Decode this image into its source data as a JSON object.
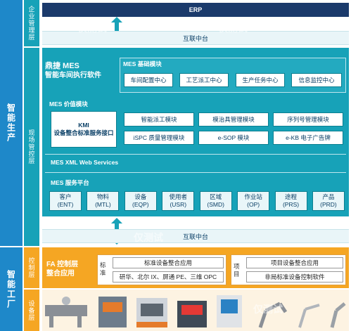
{
  "left": {
    "smart_production": "智能生产",
    "smart_factory": "智能工厂"
  },
  "layers": {
    "enterprise": "企业管理层",
    "shop_control": "现场管控层",
    "control": "控制层",
    "equipment": "设备层"
  },
  "top": {
    "erp": "ERP",
    "hub_top": "互联中台",
    "hub_bottom": "互联中台"
  },
  "mes": {
    "brand_line1": "鼎捷 MES",
    "brand_line2": "智能车间执行软件",
    "base_title": "MES 基础模块",
    "base_modules": [
      "车间配置中心",
      "工艺派工中心",
      "生产任务中心",
      "信息监控中心"
    ],
    "value_title": "MES 价值模块",
    "kmi_line1": "KMI",
    "kmi_line2": "设备整合标准服务接口",
    "value_modules": [
      "智能派工模块",
      "模治具管理模块",
      "序列号管理模块",
      "iSPC 质量管理模块",
      "e-SOP 模块",
      "e-KB 电子广告牌"
    ],
    "xml_title": "MES XML Web Services",
    "service_title": "MES 服务平台",
    "services": [
      {
        "name": "客户",
        "code": "(ENT)"
      },
      {
        "name": "物料",
        "code": "(MTL)"
      },
      {
        "name": "设备",
        "code": "(EQP)"
      },
      {
        "name": "使用者",
        "code": "(USR)"
      },
      {
        "name": "区域",
        "code": "(SMD)"
      },
      {
        "name": "作业站",
        "code": "(OP)"
      },
      {
        "name": "途程",
        "code": "(PRS)"
      },
      {
        "name": "产品",
        "code": "(PRD)"
      }
    ]
  },
  "fa": {
    "title_line1": "FA 控制层",
    "title_line2": "整合应用",
    "standard_label": "标准",
    "standard_app": "标准设备整合应用",
    "standard_vendors": "研华、北尔 IX、屏通 PE、三维 OPC",
    "project_label": "项目",
    "project_app": "项目设备整合应用",
    "project_sw": "非局标准设备控制软件"
  },
  "watermarks": [
    "仅测试",
    "仅测试",
    "仅测试",
    "仅测试"
  ],
  "colors": {
    "teal": "#17a2b8",
    "navy": "#1b3a6b",
    "orange": "#f5a623",
    "blue": "#1e88c9"
  }
}
